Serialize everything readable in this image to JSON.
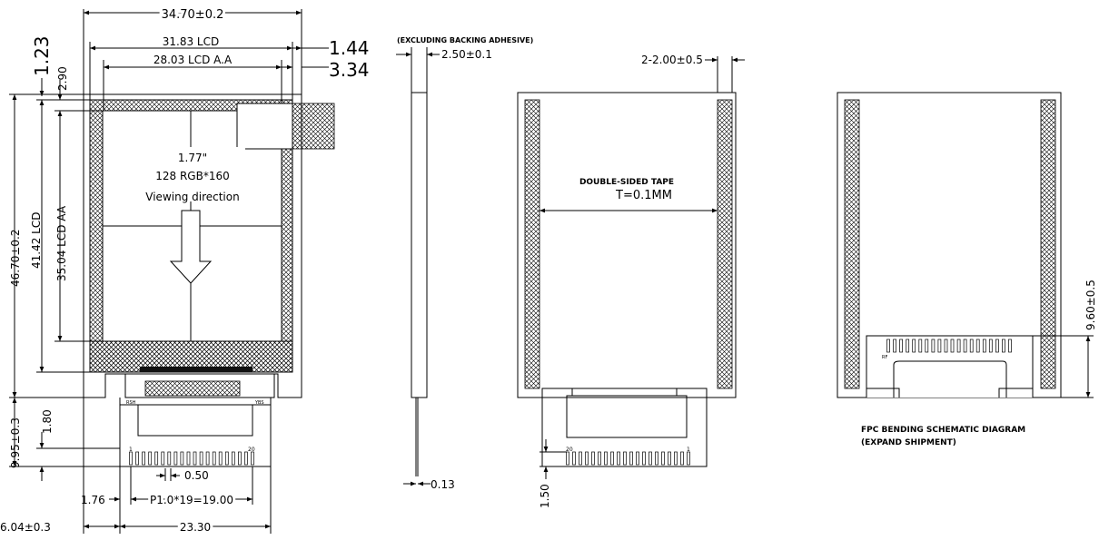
{
  "front": {
    "width": "34.70±0.2",
    "lcd_width": "31.83 LCD",
    "aa_width": "28.03 LCD A.A",
    "right_offset_1": "1.44",
    "right_offset_2": "3.34",
    "top_offset_1": "1.23",
    "top_offset_2": "2.90",
    "height": "46.70±0.2",
    "lcd_height": "41.42 LCD",
    "aa_height": "35.04 LCD AA",
    "size": "1.77\"",
    "resolution": "128 RGB*160",
    "viewing": "Viewing direction",
    "fpc_length": "9.95±0.3",
    "pin_height": "1.80",
    "pin_width": "0.50",
    "pitch_offset": "1.76",
    "pitch": "P1.0*19=19.00",
    "left_offset": "6.04±0.3",
    "fpc_width": "23.30",
    "pin_1": "1",
    "pin_20": "20",
    "fpc_mark_left": "RSH",
    "fpc_mark_right": "YBS"
  },
  "side": {
    "note": "(EXCLUDING BACKING ADHESIVE)",
    "thickness": "2.50±0.1",
    "fpc_thickness": "0.13"
  },
  "back": {
    "tape_width": "2-2.00±0.5",
    "tape_label": "DOUBLE-SIDED TAPE",
    "tape_thickness": "T=0.1MM",
    "pin_height": "1.50",
    "pin_20": "20",
    "pin_1": "1"
  },
  "bent": {
    "height": "9.60±0.5",
    "caption_1": "FPC BENDING SCHEMATIC DIAGRAM",
    "caption_2": "(EXPAND SHIPMENT)",
    "mark": "RF"
  }
}
